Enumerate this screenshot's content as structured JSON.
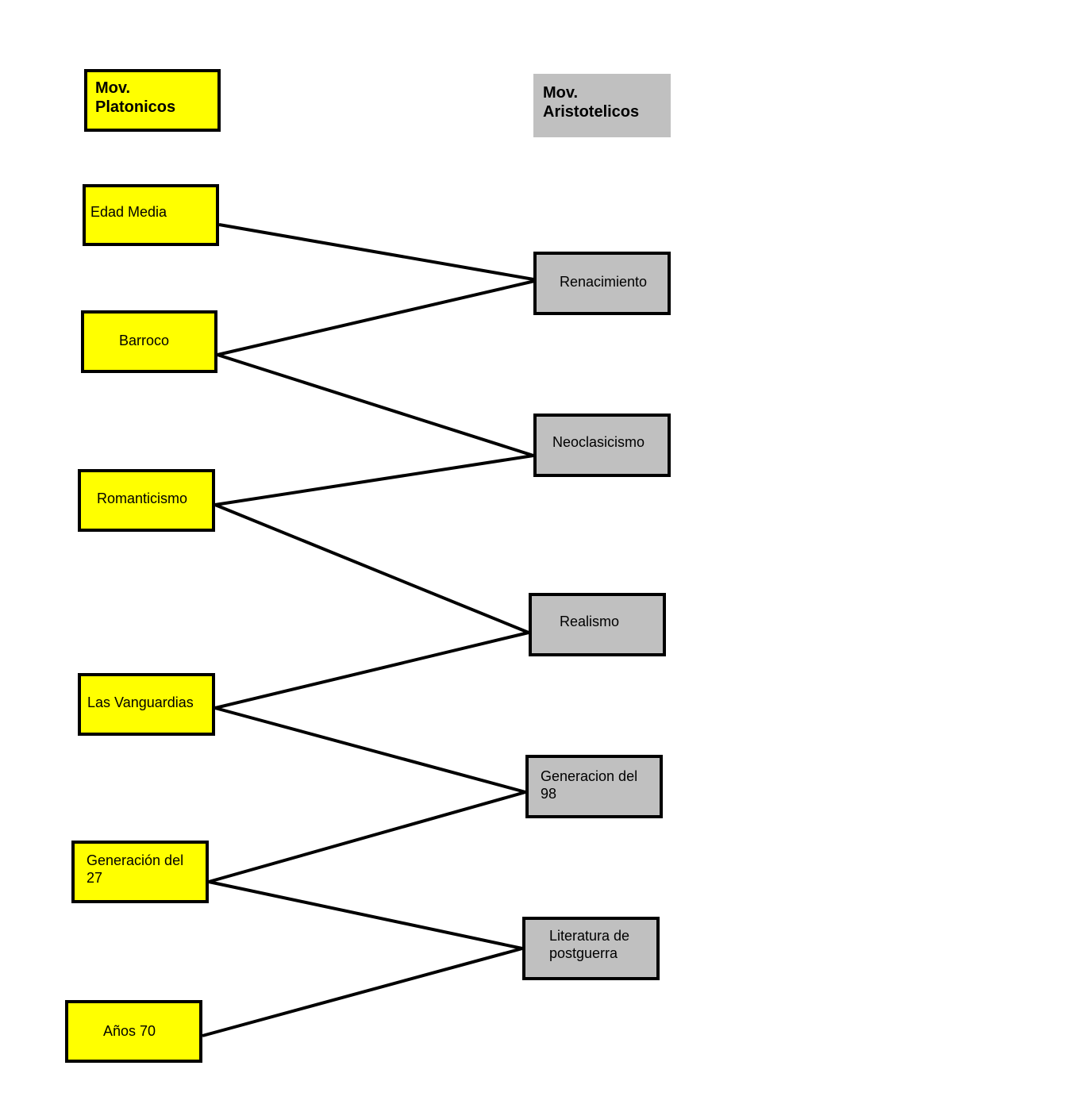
{
  "headers": {
    "platonic": "Mov.\nPlatonicos",
    "aristotelian": "Mov.\nAristotelicos"
  },
  "platonic": [
    "Edad Media",
    "Barroco",
    "Romanticismo",
    "Las Vanguardias",
    "Generación del\n27",
    "Años 70"
  ],
  "aristotelian": [
    "Renacimiento",
    "Neoclasicismo",
    "Realismo",
    "Generacion del\n98",
    "Literatura de\npostguerra"
  ],
  "connections": [
    [
      "Edad Media",
      "Renacimiento"
    ],
    [
      "Barroco",
      "Renacimiento"
    ],
    [
      "Barroco",
      "Neoclasicismo"
    ],
    [
      "Romanticismo",
      "Neoclasicismo"
    ],
    [
      "Romanticismo",
      "Realismo"
    ],
    [
      "Las Vanguardias",
      "Realismo"
    ],
    [
      "Las Vanguardias",
      "Generacion del\n98"
    ],
    [
      "Generación del\n27",
      "Generacion del\n98"
    ],
    [
      "Generación del\n27",
      "Literatura de\npostguerra"
    ],
    [
      "Años 70",
      "Literatura de\npostguerra"
    ]
  ],
  "colors": {
    "platonic_fill": "#ffff00",
    "aristotelian_fill": "#c0c0c0",
    "border": "#000000",
    "line": "#000000"
  }
}
